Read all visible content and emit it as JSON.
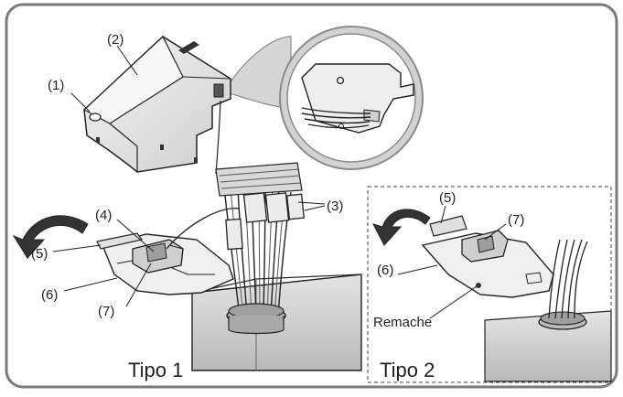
{
  "labels": {
    "n1": "(1)",
    "n2": "(2)",
    "n3": "(3)",
    "n4": "(4)",
    "n5a": "(5)",
    "n6a": "(6)",
    "n7a": "(7)",
    "n5b": "(5)",
    "n6b": "(6)",
    "n7b": "(7)",
    "rivet": "Remache"
  },
  "captions": {
    "type1": "Tipo 1",
    "type2": "Tipo 2"
  }
}
